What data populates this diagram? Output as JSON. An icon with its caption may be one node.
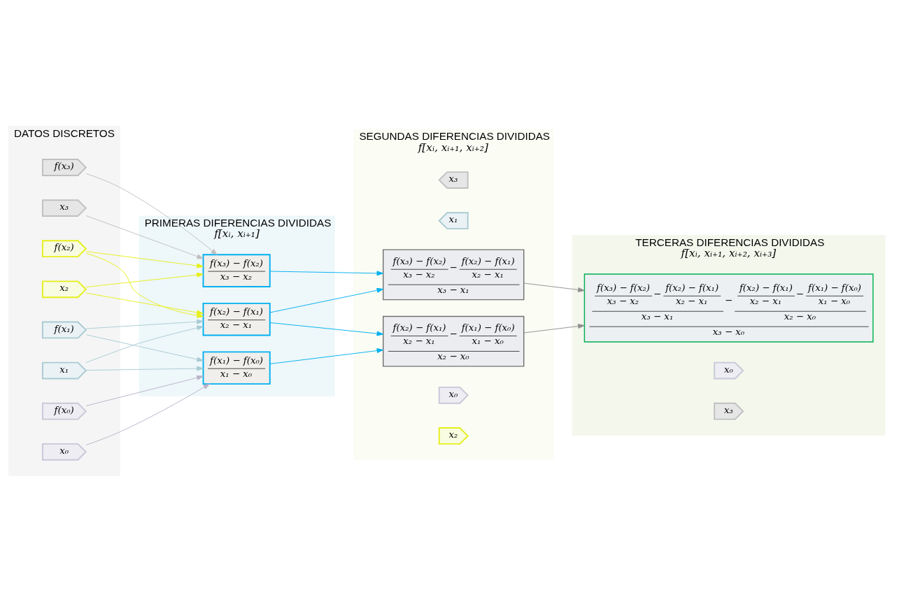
{
  "diagram": {
    "nodes": [
      {
        "text": [
          "DATOS DISCRETOS"
        ]
      },
      {
        "text": [
          "PRIMERAS DIFERENCIAS DIVIDIDAS",
          "f[xᵢ, xᵢ₊₁]"
        ]
      },
      {
        "text": [
          "SEGUNDAS DIFERENCIAS DIVIDIDAS",
          "f[xᵢ, xᵢ₊₁, xᵢ₊₂]"
        ]
      },
      {
        "text": [
          "TERCERAS DIFERENCIAS DIVIDIDAS",
          "f[xᵢ, xᵢ₊₁, xᵢ₊₂, xᵢ₊₃]"
        ]
      },
      {
        "text": [
          "x₀"
        ],
        "in": 0
      },
      {
        "text": [
          "f(x₀)"
        ],
        "in": 0
      },
      {
        "text": [
          "x₁"
        ],
        "in": 0
      },
      {
        "text": [
          "f(x₁)"
        ],
        "in": 0
      },
      {
        "text": [
          "x₂"
        ],
        "in": 0
      },
      {
        "text": [
          "f(x₂)"
        ],
        "in": 0
      },
      {
        "text": [
          "x₃"
        ],
        "in": 0
      },
      {
        "text": [
          "f(x₃)"
        ],
        "in": 0
      },
      {
        "text": [
          "f(x₁) − f(x₀)",
          "x₁ − x₀"
        ],
        "in": 1
      },
      {
        "text": [
          "f(x₂) − f(x₁)",
          "x₂ − x₁"
        ],
        "in": 1
      },
      {
        "text": [
          "f(x₃) − f(x₂)",
          "x₃ − x₂"
        ],
        "in": 1
      },
      {
        "text": [
          "x₂"
        ],
        "in": 2
      },
      {
        "text": [
          "x₀"
        ],
        "in": 2
      },
      {
        "text": [
          "f(x₂) − f(x₁)",
          "x₂ − x₁",
          "−",
          "f(x₁) − f(x₀)",
          "x₁ − x₀",
          "x₂ − x₀"
        ],
        "in": 2
      },
      {
        "text": [
          "f(x₃) − f(x₂)",
          "x₃ − x₂",
          "−",
          "f(x₂) − f(x₁)",
          "x₂ − x₁",
          "x₃ − x₁"
        ],
        "in": 2
      },
      {
        "text": [
          "x₁"
        ],
        "in": 2
      },
      {
        "text": [
          "x₃"
        ],
        "in": 2
      },
      {
        "text": [
          "x₃"
        ],
        "in": 3
      },
      {
        "text": [
          "x₀"
        ],
        "in": 3
      },
      {
        "text": [
          "f(x₃) − f(x₂)",
          "x₃ − x₂",
          "−",
          "f(x₂) − f(x₁)",
          "x₂ − x₁",
          "x₃ − x₁",
          "−",
          "f(x₂) − f(x₁)",
          "x₂ − x₁",
          "−",
          "f(x₁) − f(x₀)",
          "x₁ − x₀",
          "x₂ − x₀",
          "x₃ − x₀"
        ],
        "in": 3
      }
    ],
    "edges": [
      {
        "from": 4,
        "to": 12,
        "arrow": "to",
        "color": "#b8b4c8"
      },
      {
        "from": 5,
        "to": 12,
        "arrow": "to",
        "color": "#b8b4c8"
      },
      {
        "from": 6,
        "to": 12,
        "arrow": "to",
        "color": "#a9cbd3"
      },
      {
        "from": 6,
        "to": 13,
        "arrow": "to",
        "color": "#a9cbd3"
      },
      {
        "from": 7,
        "to": 12,
        "arrow": "to",
        "color": "#a9cbd3"
      },
      {
        "from": 7,
        "to": 13,
        "arrow": "to",
        "color": "#a9cbd3"
      },
      {
        "from": 8,
        "to": 13,
        "arrow": "to",
        "color": "#e6ef1a"
      },
      {
        "from": 8,
        "to": 14,
        "arrow": "to",
        "color": "#e6ef1a"
      },
      {
        "from": 9,
        "to": 13,
        "arrow": "to",
        "color": "#e6ef1a"
      },
      {
        "from": 9,
        "to": 14,
        "arrow": "to",
        "color": "#e6ef1a"
      },
      {
        "from": 10,
        "to": 14,
        "arrow": "to",
        "color": "#c0c0c0"
      },
      {
        "from": 11,
        "to": 14,
        "arrow": "to",
        "color": "#c0c0c0"
      },
      {
        "from": 12,
        "to": 17,
        "arrow": "to",
        "color": "#00b0f0"
      },
      {
        "from": 13,
        "to": 17,
        "arrow": "to",
        "color": "#00b0f0"
      },
      {
        "from": 13,
        "to": 18,
        "arrow": "to",
        "color": "#00b0f0"
      },
      {
        "from": 14,
        "to": 18,
        "arrow": "to",
        "color": "#00b0f0"
      },
      {
        "from": 17,
        "to": 23,
        "arrow": "to",
        "color": "#909090"
      },
      {
        "from": 18,
        "to": 23,
        "arrow": "to",
        "color": "#909090"
      }
    ]
  }
}
